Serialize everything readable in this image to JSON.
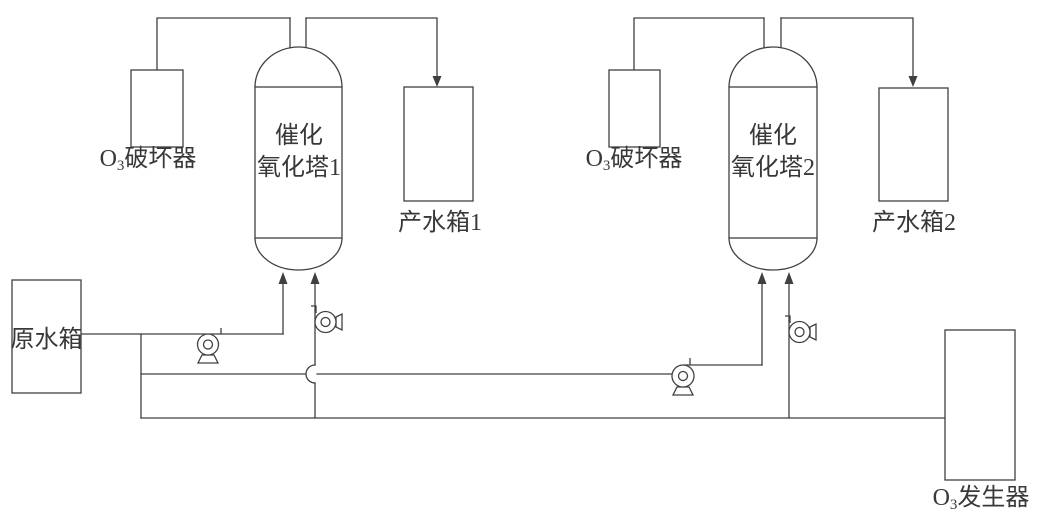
{
  "colors": {
    "background": "#ffffff",
    "line": "#404040",
    "text": "#383838"
  },
  "equipment": {
    "raw_water_tank": {
      "label": "原水箱"
    },
    "o3_destroyer_1": {
      "label_o": "O",
      "label_sub": "3",
      "label_rest": "破坏器"
    },
    "oxidation_tower_1": {
      "label_line1": "催化",
      "label_line2": "氧化塔1"
    },
    "product_water_tank_1": {
      "label": "产水箱1"
    },
    "o3_destroyer_2": {
      "label_o": "O",
      "label_sub": "3",
      "label_rest": "破坏器"
    },
    "oxidation_tower_2": {
      "label_line1": "催化",
      "label_line2": "氧化塔2"
    },
    "product_water_tank_2": {
      "label": "产水箱2"
    },
    "o3_generator": {
      "label_o": "O",
      "label_sub": "3",
      "label_rest": "发生器"
    }
  }
}
